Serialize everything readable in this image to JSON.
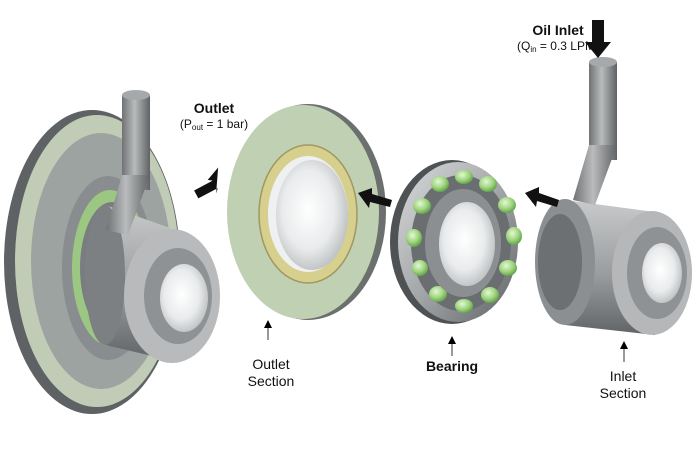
{
  "title": "",
  "labels": {
    "oil_inlet": {
      "title": "Oil Inlet",
      "formula_prefix": "(Q",
      "formula_sub": "in",
      "formula_suffix": " = 0.3 LPM)"
    },
    "outlet": {
      "title": "Outlet",
      "formula_prefix": "(P",
      "formula_sub": "out",
      "formula_suffix": " = 1 bar)"
    },
    "outlet_section": {
      "line1": "Outlet",
      "line2": "Section"
    },
    "bearing": {
      "text": "Bearing"
    },
    "inlet_section": {
      "line1": "Inlet",
      "line2": "Section"
    }
  },
  "colors": {
    "steel_light": "#c9cbcc",
    "steel_mid": "#9ea1a3",
    "steel_dark": "#5d6062",
    "plate_green": "#bccdb0",
    "seal_yellow": "#d7cf8d",
    "ball_green": "#9fd67f",
    "arrow": "#111111"
  }
}
